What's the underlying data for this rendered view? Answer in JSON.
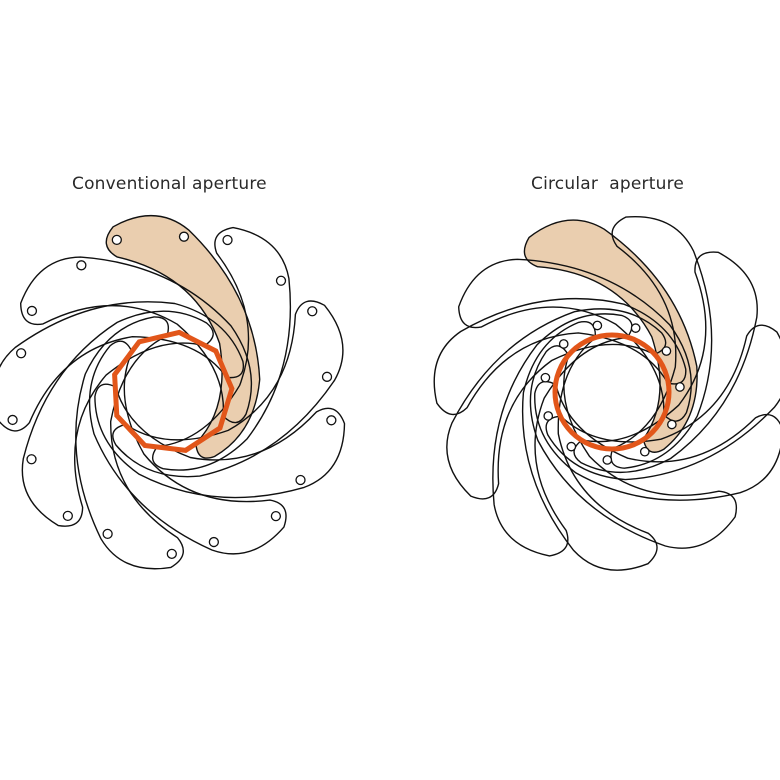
{
  "diagrams": [
    {
      "id": "conventional",
      "title": "Conventional aperture",
      "blade_count": 9,
      "opening_shape": "nonagon",
      "highlighted_blades": 1
    },
    {
      "id": "circular",
      "title": "Circular  aperture",
      "blade_count": 11,
      "opening_shape": "circle",
      "highlighted_blades": 1
    }
  ],
  "colors": {
    "opening_outline": "#e2561a",
    "highlight_fill": "#e8c9a6",
    "blade_stroke": "#111111",
    "background": "#ffffff"
  }
}
